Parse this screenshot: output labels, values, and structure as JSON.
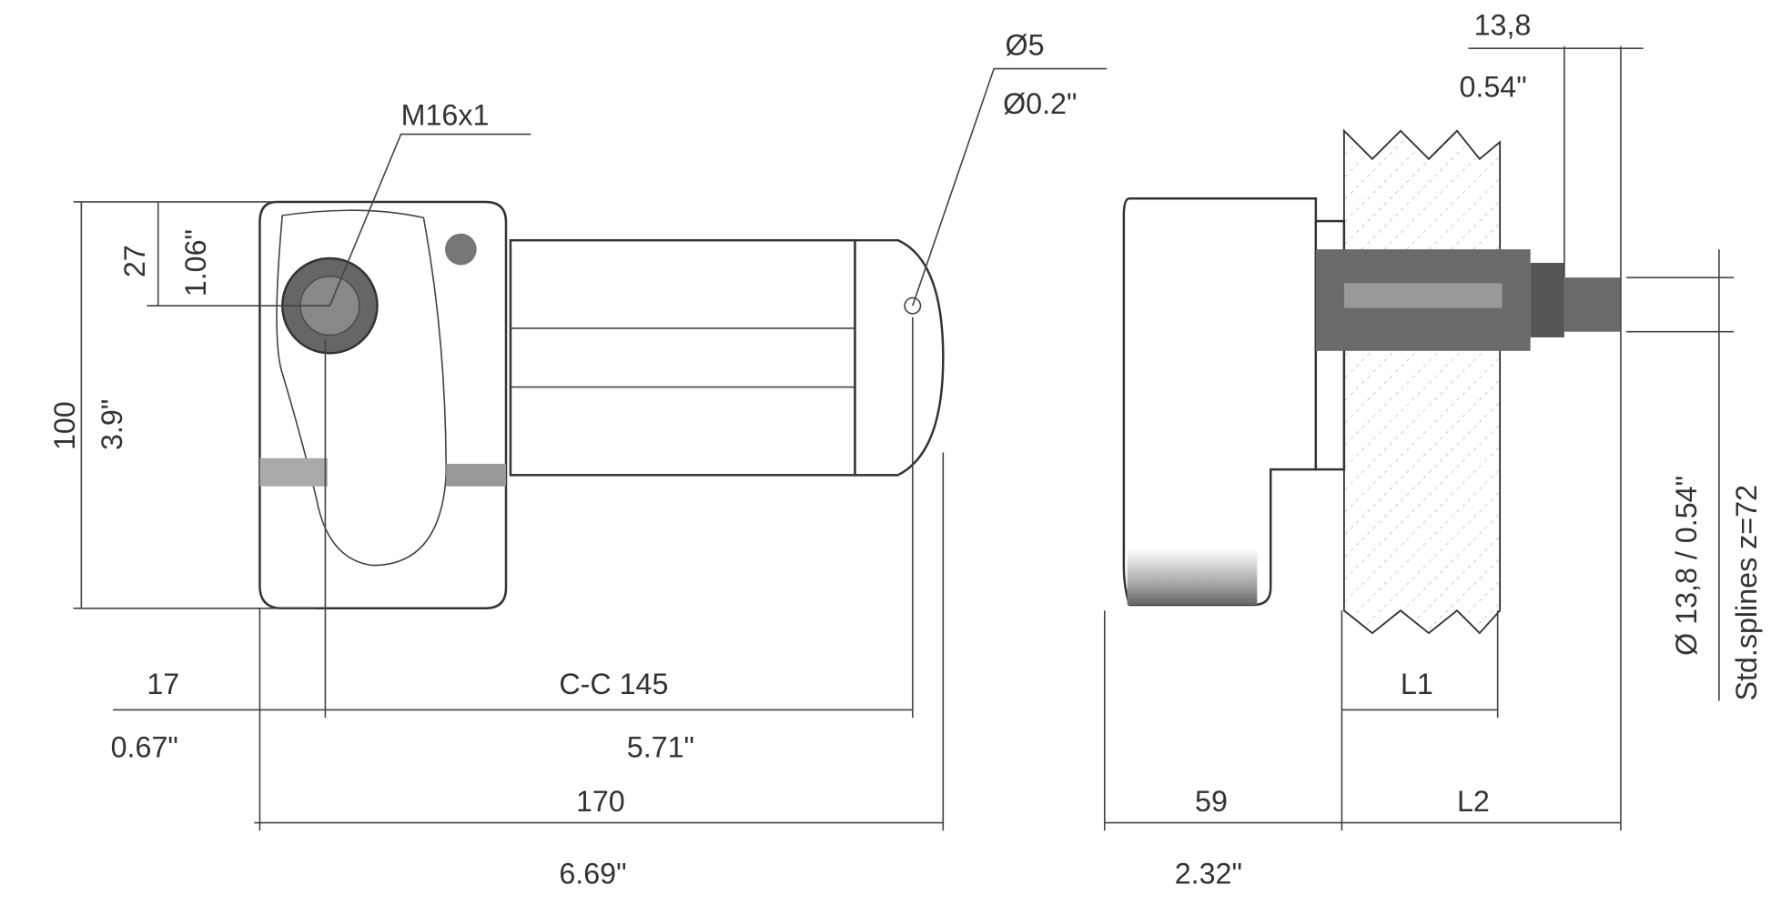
{
  "front_view": {
    "thread": "M16x1",
    "hole_mm": "Ø5",
    "hole_in": "Ø0.2\"",
    "offset_mm": "27",
    "offset_in": "1.06\"",
    "height_mm": "100",
    "height_in": "3.9\"",
    "edge_mm": "17",
    "edge_in": "0.67\"",
    "cc_mm": "C-C 145",
    "cc_in": "5.71\"",
    "length_mm": "170",
    "length_in": "6.69\""
  },
  "side_view": {
    "shaft_mm": "13,8",
    "shaft_in": "0.54\"",
    "l1": "L1",
    "l2": "L2",
    "depth_mm": "59",
    "depth_in": "2.32\"",
    "spline_dia": "Ø 13,8 / 0.54\"",
    "spline_std": "Std.splines z=72"
  },
  "colors": {
    "line": "#333333",
    "shade": "#6a6a6a"
  }
}
